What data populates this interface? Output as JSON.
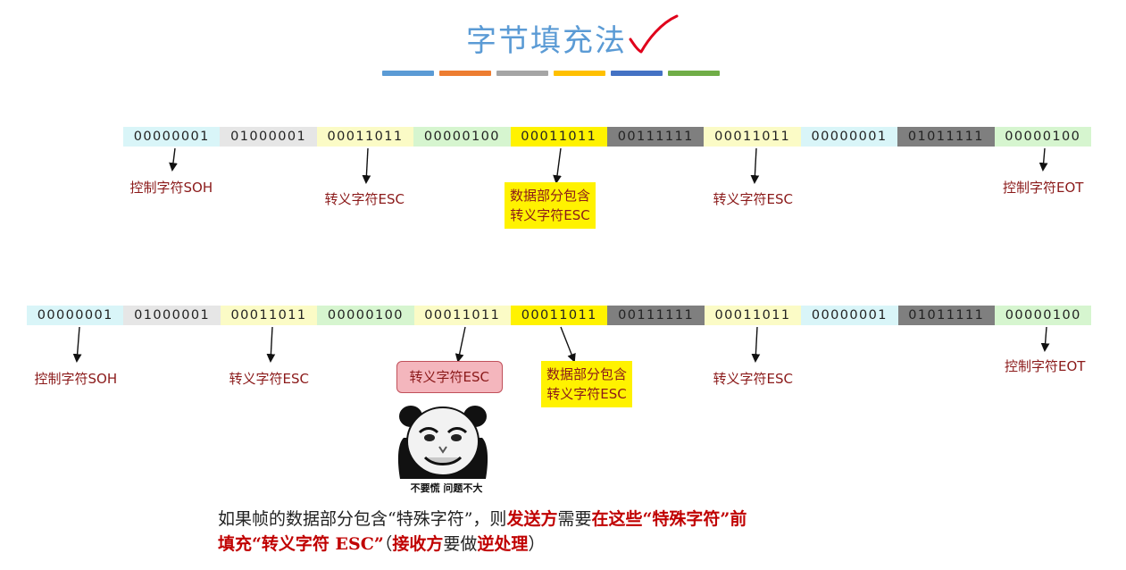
{
  "title": "字节填充法",
  "color_bars": [
    "#5b9bd5",
    "#ed7d31",
    "#a5a5a5",
    "#ffc000",
    "#4472c4",
    "#70ad47"
  ],
  "row1": {
    "bytes": [
      {
        "bits": "00000001",
        "bg": "#d9f5f8"
      },
      {
        "bits": "01000001",
        "bg": "#e6e6e6"
      },
      {
        "bits": "00011011",
        "bg": "#fbfbc6"
      },
      {
        "bits": "00000100",
        "bg": "#d6f5cf"
      },
      {
        "bits": "00011011",
        "bg": "#fff200"
      },
      {
        "bits": "00111111",
        "bg": "#7f7f7f"
      },
      {
        "bits": "00011011",
        "bg": "#fbfbc6"
      },
      {
        "bits": "00000001",
        "bg": "#d9f5f8"
      },
      {
        "bits": "01011111",
        "bg": "#7f7f7f"
      },
      {
        "bits": "00000100",
        "bg": "#d6f5cf"
      }
    ],
    "labels": [
      {
        "lines": [
          "控制字符SOH"
        ],
        "style": "plain"
      },
      {
        "lines": [
          "转义字符ESC"
        ],
        "style": "plain"
      },
      {
        "lines": [
          "数据部分包含",
          "转义字符ESC"
        ],
        "style": "yellow"
      },
      {
        "lines": [
          "转义字符ESC"
        ],
        "style": "plain"
      },
      {
        "lines": [
          "控制字符EOT"
        ],
        "style": "plain"
      }
    ]
  },
  "row2": {
    "bytes": [
      {
        "bits": "00000001",
        "bg": "#d9f5f8"
      },
      {
        "bits": "01000001",
        "bg": "#e6e6e6"
      },
      {
        "bits": "00011011",
        "bg": "#fbfbc6"
      },
      {
        "bits": "00000100",
        "bg": "#d6f5cf"
      },
      {
        "bits": "00011011",
        "bg": "#fbfbc6"
      },
      {
        "bits": "00011011",
        "bg": "#fff200"
      },
      {
        "bits": "00111111",
        "bg": "#7f7f7f"
      },
      {
        "bits": "00011011",
        "bg": "#fbfbc6"
      },
      {
        "bits": "00000001",
        "bg": "#d9f5f8"
      },
      {
        "bits": "01011111",
        "bg": "#7f7f7f"
      },
      {
        "bits": "00000100",
        "bg": "#d6f5cf"
      }
    ],
    "labels": [
      {
        "lines": [
          "控制字符SOH"
        ],
        "style": "plain"
      },
      {
        "lines": [
          "转义字符ESC"
        ],
        "style": "plain"
      },
      {
        "lines": [
          "转义字符ESC"
        ],
        "style": "pink"
      },
      {
        "lines": [
          "数据部分包含",
          "转义字符ESC"
        ],
        "style": "yellow"
      },
      {
        "lines": [
          "转义字符ESC"
        ],
        "style": "plain"
      },
      {
        "lines": [
          "控制字符EOT"
        ],
        "style": "plain"
      }
    ]
  },
  "meme_caption": "不要慌 问题不大",
  "bottom_text": {
    "line1": [
      {
        "text": "如果帧的数据部分包含“特殊字符”，则",
        "red": false
      },
      {
        "text": "发送方",
        "red": true
      },
      {
        "text": "需要",
        "red": false
      },
      {
        "text": "在这些“特殊字符”前",
        "red": true
      }
    ],
    "line2": [
      {
        "text": "填充“转义字符 ESC”",
        "red": true
      },
      {
        "text": "（",
        "red": false
      },
      {
        "text": "接收方",
        "red": true
      },
      {
        "text": "要做",
        "red": false
      },
      {
        "text": "逆处理",
        "red": true
      },
      {
        "text": "）",
        "red": false
      }
    ]
  }
}
